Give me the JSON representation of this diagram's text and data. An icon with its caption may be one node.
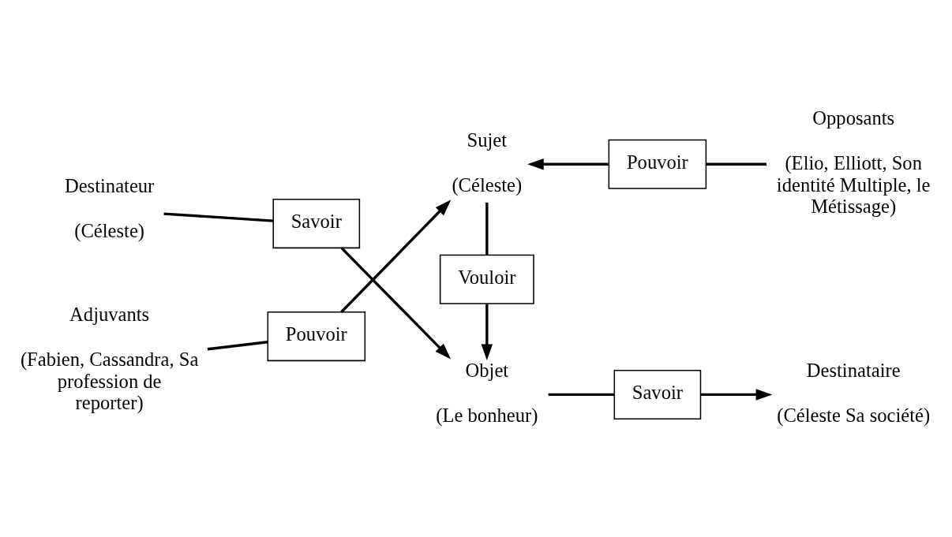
{
  "diagram": {
    "nodes": [
      {
        "text": [
          "Destinateur",
          "(Céleste)"
        ]
      },
      {
        "text": [
          "Savoir"
        ]
      },
      {
        "text": [
          "Objet",
          "(Le bonheur)"
        ]
      },
      {
        "text": [
          "Savoir"
        ]
      },
      {
        "text": [
          "Destinataire",
          "(Céleste Sa société)"
        ]
      },
      {
        "text": [
          "Vouloir"
        ]
      },
      {
        "text": [
          "Adjuvants",
          "(Fabien, Cassandra, Sa profession de reporter)"
        ]
      },
      {
        "text": [
          "Pouvoir"
        ]
      },
      {
        "text": [
          "Sujet",
          "(Céleste)"
        ]
      },
      {
        "text": [
          "Pouvoir"
        ]
      },
      {
        "text": [
          "Opposants",
          "(Elio, Elliott, Son identité Multiple, le Métissage)"
        ]
      }
    ],
    "edges": [
      {
        "from": 0,
        "to": 1,
        "arrow": "none"
      },
      {
        "from": 1,
        "to": 2,
        "arrow": "to"
      },
      {
        "from": 2,
        "to": 3,
        "arrow": "none"
      },
      {
        "from": 3,
        "to": 4,
        "arrow": "to"
      },
      {
        "from": 8,
        "to": 5,
        "arrow": "none"
      },
      {
        "from": 5,
        "to": 2,
        "arrow": "to"
      },
      {
        "from": 6,
        "to": 7,
        "arrow": "none"
      },
      {
        "from": 7,
        "to": 8,
        "arrow": "to"
      },
      {
        "from": 10,
        "to": 9,
        "arrow": "none"
      },
      {
        "from": 9,
        "to": 8,
        "arrow": "to"
      }
    ]
  }
}
